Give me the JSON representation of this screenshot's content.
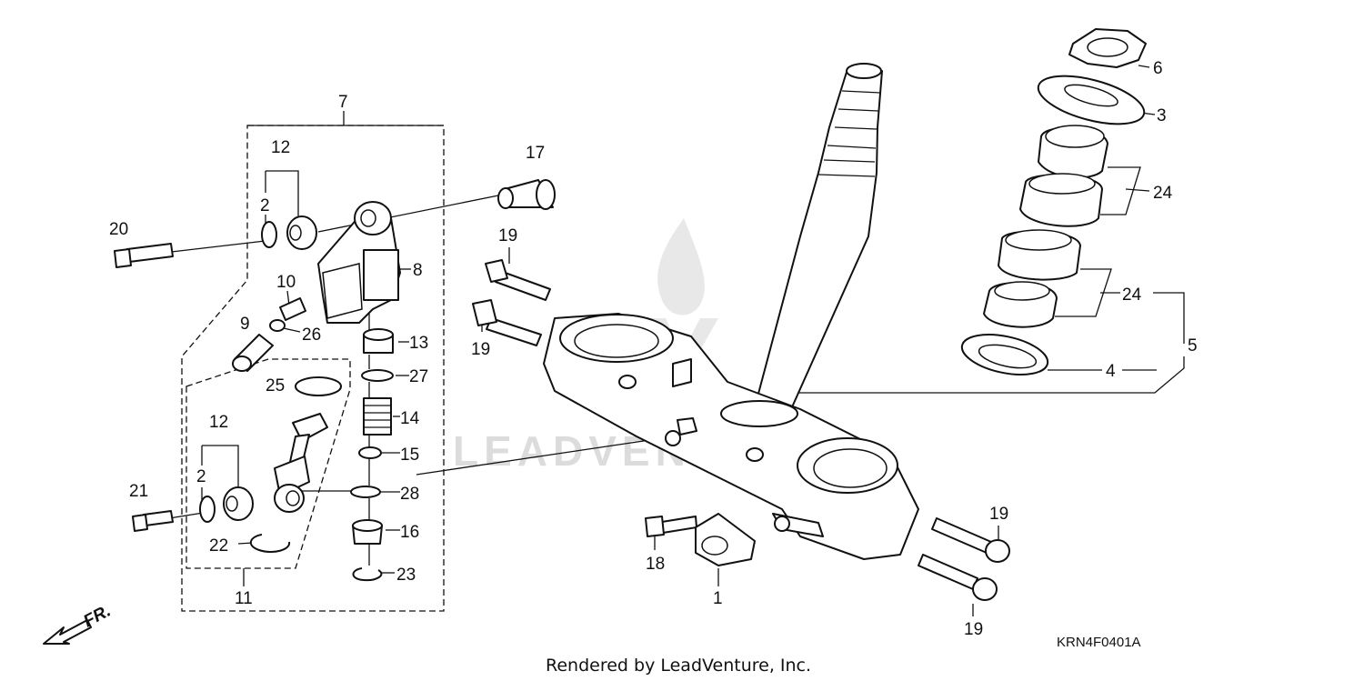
{
  "callouts": [
    {
      "id": "p7",
      "label": "7"
    },
    {
      "id": "p12a",
      "label": "12"
    },
    {
      "id": "p2a",
      "label": "2"
    },
    {
      "id": "p20",
      "label": "20"
    },
    {
      "id": "p17",
      "label": "17"
    },
    {
      "id": "p8",
      "label": "8"
    },
    {
      "id": "p10",
      "label": "10"
    },
    {
      "id": "p9",
      "label": "9"
    },
    {
      "id": "p26",
      "label": "26"
    },
    {
      "id": "p13",
      "label": "13"
    },
    {
      "id": "p25",
      "label": "25"
    },
    {
      "id": "p27",
      "label": "27"
    },
    {
      "id": "p14",
      "label": "14"
    },
    {
      "id": "p15",
      "label": "15"
    },
    {
      "id": "p12b",
      "label": "12"
    },
    {
      "id": "p2b",
      "label": "2"
    },
    {
      "id": "p21",
      "label": "21"
    },
    {
      "id": "p28",
      "label": "28"
    },
    {
      "id": "p16",
      "label": "16"
    },
    {
      "id": "p22",
      "label": "22"
    },
    {
      "id": "p23",
      "label": "23"
    },
    {
      "id": "p11",
      "label": "11"
    },
    {
      "id": "p19a",
      "label": "19"
    },
    {
      "id": "p19b",
      "label": "19"
    },
    {
      "id": "p18",
      "label": "18"
    },
    {
      "id": "p1",
      "label": "1"
    },
    {
      "id": "p19c",
      "label": "19"
    },
    {
      "id": "p19d",
      "label": "19"
    },
    {
      "id": "p6",
      "label": "6"
    },
    {
      "id": "p3",
      "label": "3"
    },
    {
      "id": "p24a",
      "label": "24"
    },
    {
      "id": "p24b",
      "label": "24"
    },
    {
      "id": "p5",
      "label": "5"
    },
    {
      "id": "p4",
      "label": "4"
    }
  ],
  "front_arrow_label": "FR.",
  "footer_text": "Rendered by LeadVenture, Inc.",
  "diagram_code": "KRN4F0401A",
  "watermark_text": "LEADVENTURE",
  "colors": {
    "line": "#111111",
    "watermark": "#d9d9d9",
    "background": "#ffffff"
  }
}
